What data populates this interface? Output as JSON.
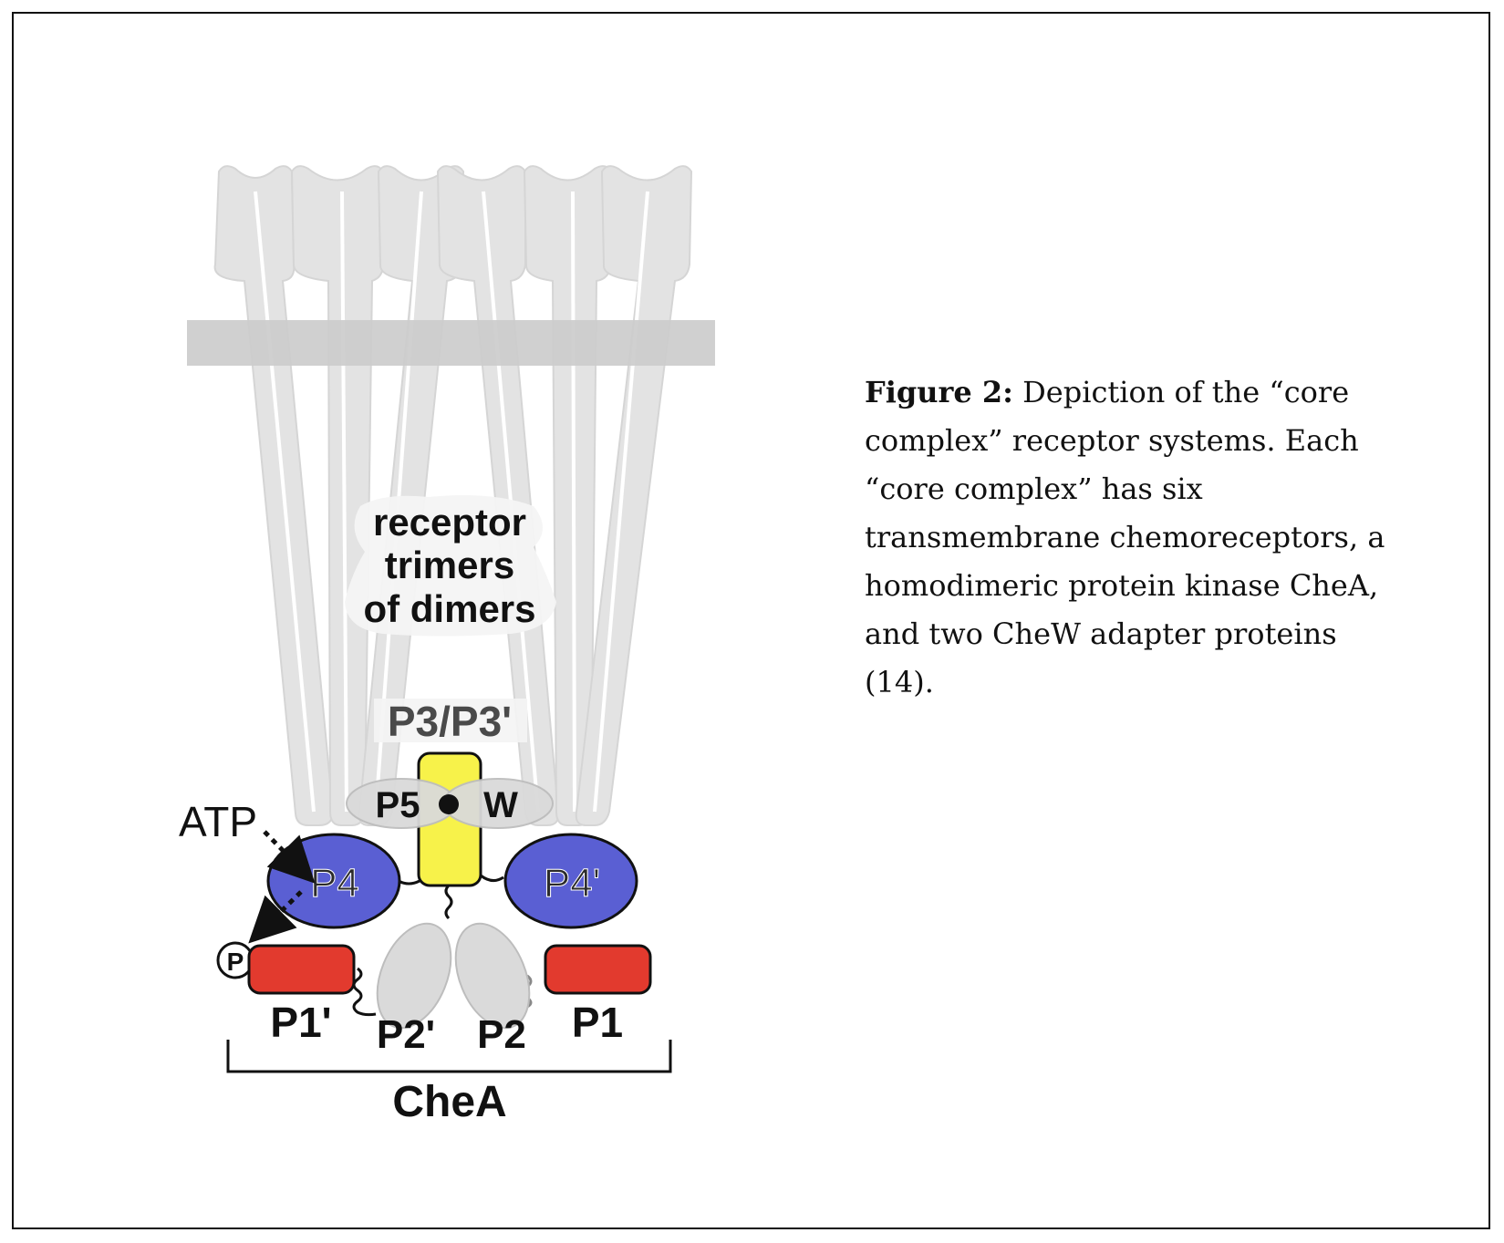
{
  "diagram": {
    "receptor_label_line1": "receptor",
    "receptor_label_line2": "trimers",
    "receptor_label_line3": "of dimers",
    "p3_label": "P3/P3'",
    "p5_label": "P5",
    "w_label": "W",
    "atp_label": "ATP",
    "p4_label": "P4",
    "p4prime_label": "P4'",
    "phospho_label": "P",
    "p1prime_label": "P1'",
    "p2prime_label": "P2'",
    "p2_label": "P2",
    "p1_label": "P1",
    "chea_label": "CheA",
    "colors": {
      "receptor": "#e3e3e3",
      "membrane": "#cccccc",
      "p4": "#5a5fd3",
      "p3": "#f7f24a",
      "p1": "#e23a2e",
      "p2": "#dadada"
    }
  },
  "caption": {
    "figure_label": "Figure 2:",
    "text": " Depiction of the “core complex” receptor systems. Each “core complex” has six transmembrane chemoreceptors, a homodimeric protein kinase CheA, and two CheW adapter proteins (14)."
  }
}
